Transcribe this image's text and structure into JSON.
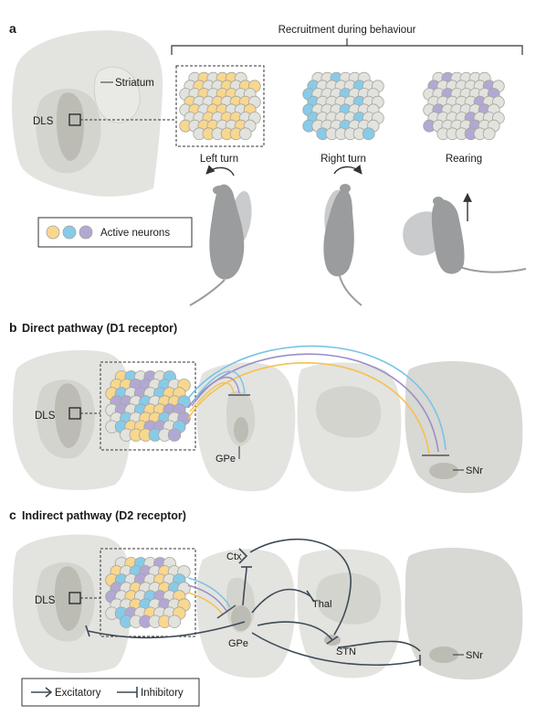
{
  "panel_a": {
    "letter": "a",
    "recruitment_header": "Recruitment during behaviour",
    "striatum_label": "Striatum",
    "dls_label": "DLS",
    "behaviours": [
      {
        "label": "Left turn"
      },
      {
        "label": "Right turn"
      },
      {
        "label": "Rearing"
      }
    ],
    "legend_label": "Active neurons"
  },
  "panel_b": {
    "letter": "b",
    "title": "Direct pathway  (D1 receptor)",
    "dls_label": "DLS",
    "gpe_label": "GPe",
    "snr_label": "SNr"
  },
  "panel_c": {
    "letter": "c",
    "title": "Indirect pathway (D2 receptor)",
    "dls_label": "DLS",
    "ctx_label": "Ctx",
    "thal_label": "Thal",
    "gpe_label": "GPe",
    "stn_label": "STN",
    "snr_label": "SNr",
    "legend_excitatory": "Excitatory",
    "legend_inhibitory": "Inhibitory"
  },
  "colors": {
    "yellow": "#f8d78f",
    "blue": "#88cbe9",
    "purple": "#b3a8d3",
    "neutral_cell": "#e3e3de",
    "cell_stroke": "#a5a5a0",
    "brain_light": "#e3e3e0",
    "brain_mid": "#d6d6d2",
    "brain_dark": "#bcbcb5",
    "rat": "#9a9c9d",
    "rat_ghost": "#c9cbcc",
    "pathway_dark": "#3e4a55"
  }
}
